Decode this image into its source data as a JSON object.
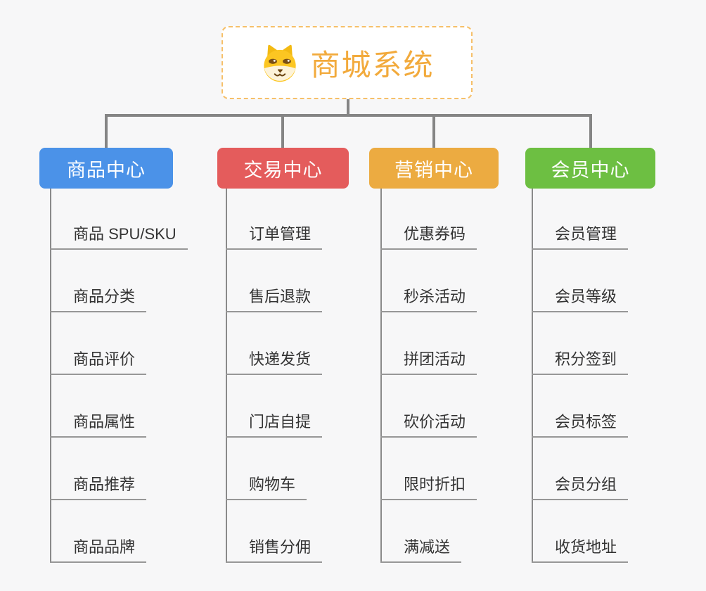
{
  "root": {
    "title": "商城系统",
    "icon": "dog-icon",
    "border_color": "#f6c06a",
    "title_color": "#f2aa3c"
  },
  "branches": [
    {
      "label": "商品中心",
      "color": "#4b92e8",
      "items": [
        "商品 SPU/SKU",
        "商品分类",
        "商品评价",
        "商品属性",
        "商品推荐",
        "商品品牌"
      ]
    },
    {
      "label": "交易中心",
      "color": "#e45c5c",
      "items": [
        "订单管理",
        "售后退款",
        "快递发货",
        "门店自提",
        "购物车",
        "销售分佣"
      ]
    },
    {
      "label": "营销中心",
      "color": "#ecab41",
      "items": [
        "优惠券码",
        "秒杀活动",
        "拼团活动",
        "砍价活动",
        "限时折扣",
        "满减送"
      ]
    },
    {
      "label": "会员中心",
      "color": "#6dbf42",
      "items": [
        "会员管理",
        "会员等级",
        "积分签到",
        "会员标签",
        "会员分组",
        "收货地址"
      ]
    }
  ],
  "style": {
    "connector_color": "#858585",
    "underline_color": "#979797",
    "leaf_text_color": "#333333",
    "background": "#f7f7f8"
  }
}
